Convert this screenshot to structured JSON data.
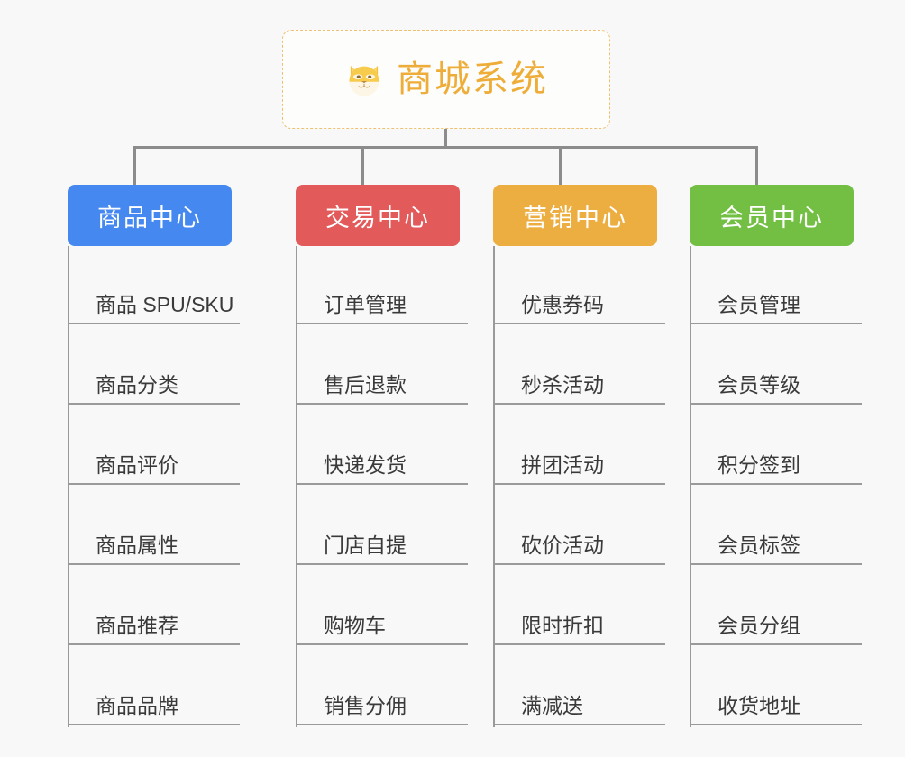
{
  "page": {
    "background_color": "#f8f8f8",
    "line_color": "#8c8c8c",
    "leaf_text_color": "#3a3a3a"
  },
  "root": {
    "title": "商城系统",
    "icon": "shiba-dog-face-icon",
    "icon_glyph": "🐶",
    "title_color": "#eead39",
    "border_color": "#f0c070",
    "background_color": "#fdfdfb"
  },
  "branches": [
    {
      "label": "商品中心",
      "color": "#4589f0",
      "leaves": [
        {
          "label": "商品 SPU/SKU"
        },
        {
          "label": "商品分类"
        },
        {
          "label": "商品评价"
        },
        {
          "label": "商品属性"
        },
        {
          "label": "商品推荐"
        },
        {
          "label": "商品品牌"
        }
      ]
    },
    {
      "label": "交易中心",
      "color": "#e25a5a",
      "leaves": [
        {
          "label": "订单管理"
        },
        {
          "label": "售后退款"
        },
        {
          "label": "快递发货"
        },
        {
          "label": "门店自提"
        },
        {
          "label": "购物车"
        },
        {
          "label": "销售分佣"
        }
      ]
    },
    {
      "label": "营销中心",
      "color": "#edae41",
      "leaves": [
        {
          "label": "优惠券码"
        },
        {
          "label": "秒杀活动"
        },
        {
          "label": "拼团活动"
        },
        {
          "label": "砍价活动"
        },
        {
          "label": "限时折扣"
        },
        {
          "label": "满减送"
        }
      ]
    },
    {
      "label": "会员中心",
      "color": "#72bf44",
      "leaves": [
        {
          "label": "会员管理"
        },
        {
          "label": "会员等级"
        },
        {
          "label": "积分签到"
        },
        {
          "label": "会员标签"
        },
        {
          "label": "会员分组"
        },
        {
          "label": "收货地址"
        }
      ]
    }
  ]
}
